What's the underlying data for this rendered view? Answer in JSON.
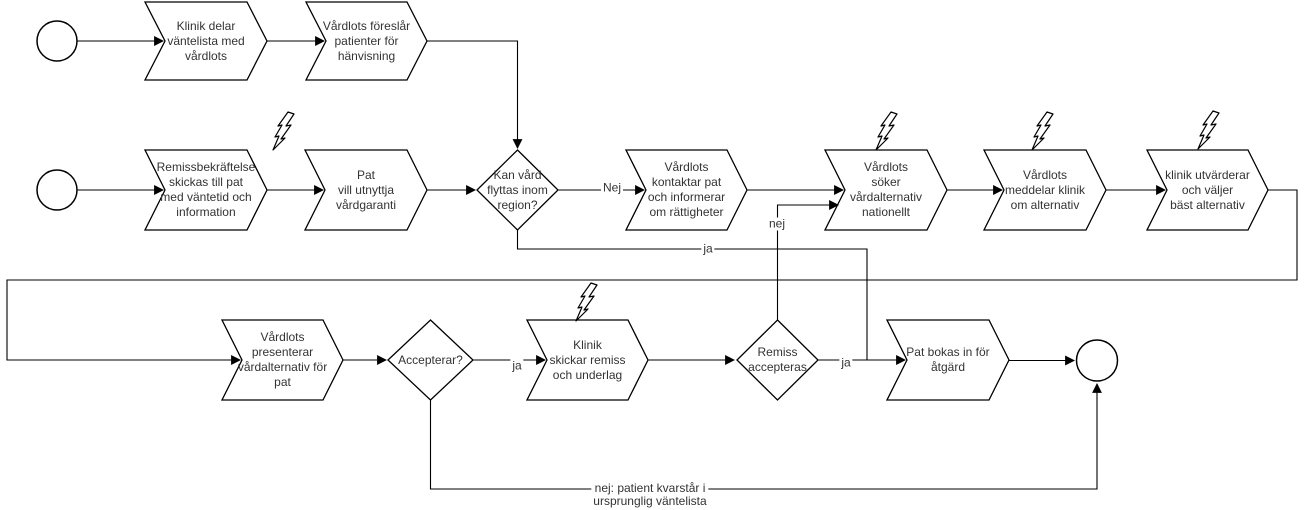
{
  "colors": {
    "stroke": "#000000",
    "shape_fill": "#ffffff",
    "text": "#333333",
    "canvas_bg": "#ffffff"
  },
  "nodes": {
    "klinik_delar": {
      "type": "step",
      "label": "Klinik delar\nväntelista med\nvårdlots"
    },
    "vardlots_foreslar": {
      "type": "step",
      "label": "Vårdlots föreslår\npatienter för\nhänvisning"
    },
    "remissbekraftelse": {
      "type": "step",
      "label": "Remissbekräftelse\nskickas till pat\nmed väntetid och\ninformation"
    },
    "pat_vill_utnyttja": {
      "type": "step",
      "label": "Pat\nvill utnyttja\nvårdgaranti"
    },
    "kan_vard_flyttas": {
      "type": "decision",
      "label": "Kan vård\nflyttas inom\nregion?"
    },
    "vardlots_kontaktar": {
      "type": "step",
      "label": "Vårdlots\nkontaktar pat\noch informerar\nom rättigheter"
    },
    "vardlots_soker": {
      "type": "step",
      "label": "Vårdlots\nsöker\nvårdalternativ\nnationellt"
    },
    "vardlots_meddelar": {
      "type": "step",
      "label": "Vårdlots\nmeddelar klinik\nom alternativ"
    },
    "klinik_utvarderar": {
      "type": "step",
      "label": "klinik utvärderar\noch väljer\nbäst alternativ"
    },
    "vardlots_presenterar": {
      "type": "step",
      "label": "Vårdlots\npresenterar\nvårdalternativ för\npat"
    },
    "accepterar": {
      "type": "decision",
      "label": "Accepterar?"
    },
    "klinik_skickar": {
      "type": "step",
      "label": "Klinik\nskickar remiss\noch underlag"
    },
    "remiss_accepteras": {
      "type": "decision",
      "label": "Remiss\naccepteras"
    },
    "pat_bokas": {
      "type": "step",
      "label": "Pat bokas in för\nåtgärd"
    }
  },
  "edge_labels": {
    "nej_region": "Nej",
    "ja_region": "ja",
    "nej_remiss": "nej",
    "ja_accepterar": "ja",
    "ja_remiss": "ja",
    "nej_accepterar": "nej: patient kvarstår i\nursprunglig väntelista"
  }
}
